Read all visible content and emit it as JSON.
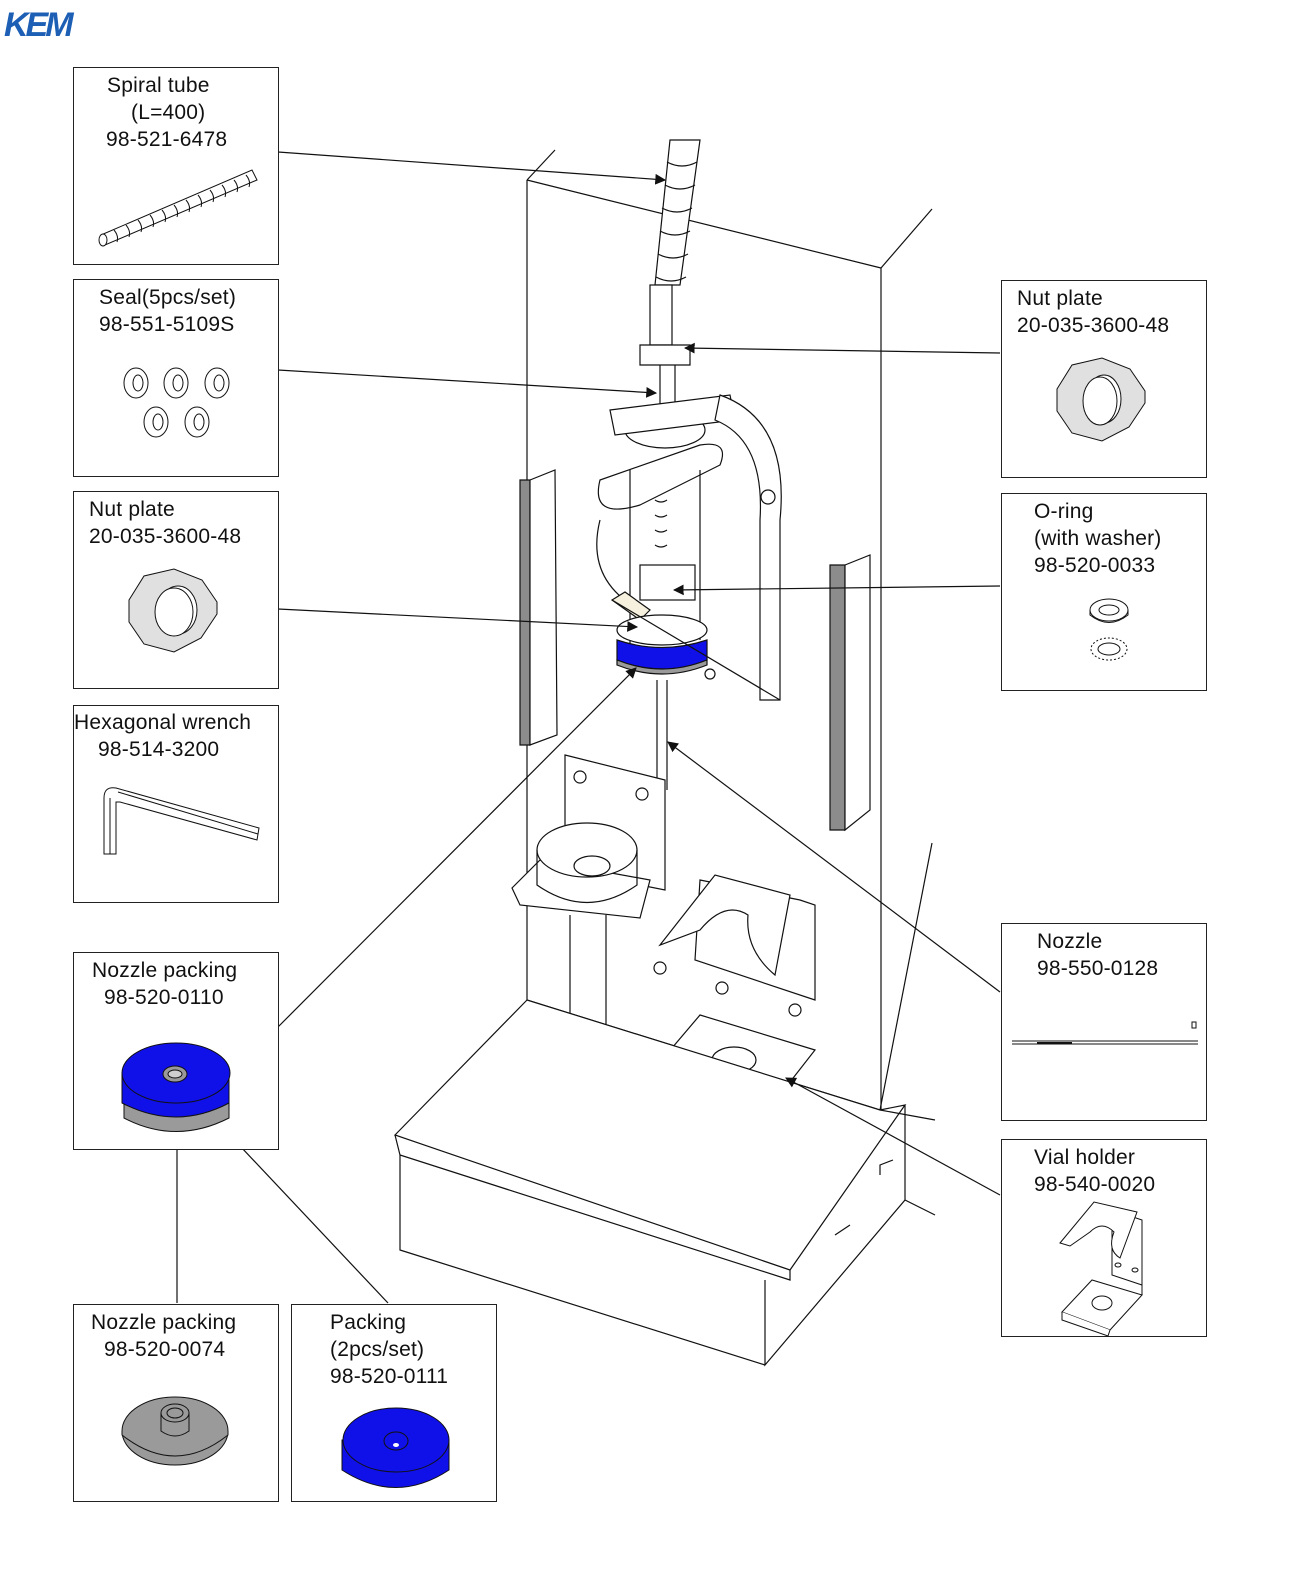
{
  "brand": {
    "logo_text": "KEM",
    "logo_color": "#1c5fb4"
  },
  "colors": {
    "blue_packing": "#1010e8",
    "gray_part": "#9a9a9a",
    "light_gray": "#e0e0e0",
    "line": "#111111"
  },
  "parts": [
    {
      "id": "spiral-tube",
      "lines": [
        "Spiral tube",
        "(L=400)",
        "98-521-6478"
      ]
    },
    {
      "id": "seal",
      "lines": [
        "Seal(5pcs/set)",
        "98-551-5109S"
      ]
    },
    {
      "id": "nut-plate-left",
      "lines": [
        "Nut plate",
        "20-035-3600-48"
      ]
    },
    {
      "id": "hexagonal-wrench",
      "lines": [
        "Hexagonal wrench",
        "98-514-3200"
      ]
    },
    {
      "id": "nozzle-packing-0110",
      "lines": [
        "Nozzle packing",
        "98-520-0110"
      ]
    },
    {
      "id": "nozzle-packing-0074",
      "lines": [
        "Nozzle packing",
        "98-520-0074"
      ]
    },
    {
      "id": "packing",
      "lines": [
        "Packing",
        "(2pcs/set)",
        "98-520-0111"
      ]
    },
    {
      "id": "nut-plate-right",
      "lines": [
        "Nut plate",
        "20-035-3600-48"
      ]
    },
    {
      "id": "o-ring",
      "lines": [
        "O-ring",
        "(with washer)",
        "98-520-0033"
      ]
    },
    {
      "id": "nozzle",
      "lines": [
        "Nozzle",
        "98-550-0128"
      ]
    },
    {
      "id": "vial-holder",
      "lines": [
        "Vial holder",
        "98-540-0020"
      ]
    }
  ]
}
